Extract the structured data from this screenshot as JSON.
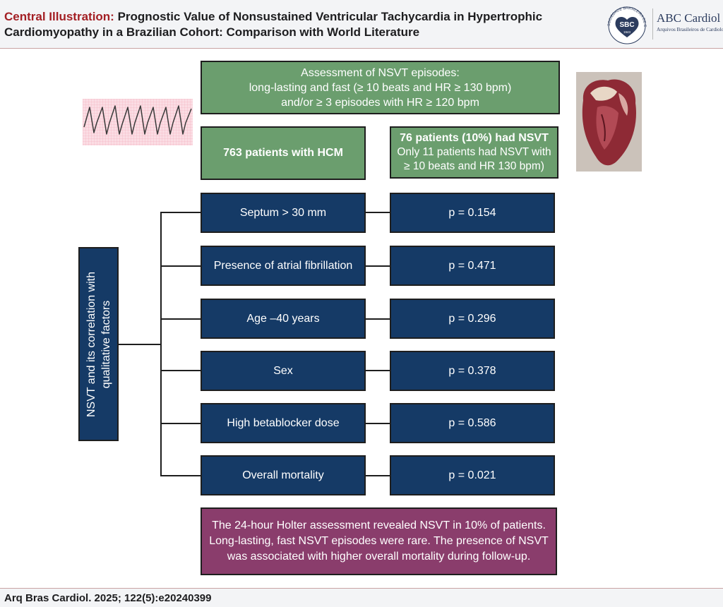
{
  "header": {
    "title_prefix": "Central Illustration:",
    "title_text": " Prognostic Value of Nonsustained Ventricular Tachycardia in Hypertrophic Cardiomyopathy in a Brazilian Cohort: Comparison with World Literature",
    "logo": {
      "seal_text": "SBC",
      "seal_ring_text": "SOCIEDADE BRASILEIRA DE CARDIOLOGIA",
      "seal_year": "1943",
      "name": "ABC Cardiol",
      "subtitle": "Arquivos Brasileiros de Cardiologia"
    }
  },
  "assessment": {
    "line1": "Assessment of NSVT episodes:",
    "line2": "long-lasting and fast (≥ 10 beats and HR ≥ 130 bpm)",
    "line3": "and/or ≥ 3 episodes with HR ≥ 120 bpm"
  },
  "cohort": {
    "hcm_label": "763 patients with HCM",
    "nsvt_headline": "76 patients (10%) had NSVT",
    "nsvt_line2": "Only 11 patients had NSVT with",
    "nsvt_line3": "≥ 10 beats and HR 130 bpm)"
  },
  "correlation_label": "NSVT and its correlation with qualitative factors",
  "factors": [
    {
      "label": "Septum > 30 mm",
      "p": "p = 0.154"
    },
    {
      "label": "Presence of atrial fibrillation",
      "p": "p = 0.471"
    },
    {
      "label": "Age –40 years",
      "p": "p = 0.296"
    },
    {
      "label": "Sex",
      "p": "p = 0.378"
    },
    {
      "label": "High betablocker dose",
      "p": "p = 0.586"
    },
    {
      "label": "Overall mortality",
      "p": "p = 0.021"
    }
  ],
  "summary": {
    "line1": "The 24-hour Holter assessment revealed NSVT in 10% of patients.",
    "line2": "Long-lasting, fast NSVT episodes were rare. The presence of NSVT",
    "line3": "was associated with higher overall mortality during follow-up."
  },
  "footer": {
    "citation": "Arq Bras Cardiol. 2025; 122(5):e20240399"
  },
  "images": {
    "ecg": "ecg-strip-image",
    "heart": "heart-specimen-image"
  },
  "colors": {
    "green_box": "#6b9e6e",
    "navy_box": "#153a66",
    "plum_box": "#8a3d6c",
    "title_accent": "#a31f24"
  }
}
